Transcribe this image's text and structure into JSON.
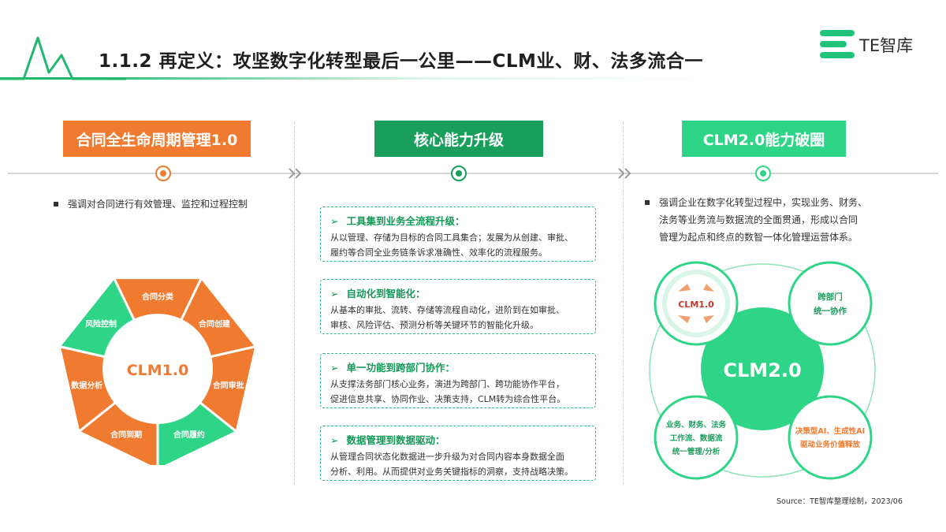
{
  "header": {
    "title": "1.1.2 再定义：攻坚数字化转型最后一公里——CLM业、财、法多流合一",
    "brand": "TE智库"
  },
  "colors": {
    "orange": "#f07a30",
    "dark_green": "#1a9e5c",
    "light_green": "#2fd586",
    "accent_green": "#22b86e"
  },
  "left": {
    "header": "合同全生命周期管理1.0",
    "bullet": "强调对合同进行有效管理、监控和过程控制",
    "wheel": {
      "center": "CLM1.0",
      "segments": [
        "合同分类",
        "合同创建",
        "合同审批",
        "合同履约",
        "合同到期",
        "数据分析",
        "风险控制"
      ]
    }
  },
  "middle": {
    "header": "核心能力升级",
    "boxes": [
      {
        "title": "工具集到业务全流程升级：",
        "lines": [
          "从以管理、存储为目标的合同工具集合；发展为从创建、审批、",
          "履约等合同全业务链条诉求准确性、效率化的流程服务。"
        ]
      },
      {
        "title": "自动化到智能化：",
        "lines": [
          "从基本的审批、流转、存储等流程自动化，进阶到在如审批、",
          "审核、风险评估、预测分析等关键环节的智能化升级。"
        ]
      },
      {
        "title": "单一功能到跨部门协作：",
        "lines": [
          "从支撑法务部门核心业务，演进为跨部门、跨功能协作平台，",
          "促进信息共享、协同作业、决策支持，CLM转为综合性平台。"
        ]
      },
      {
        "title": "数据管理到数据驱动：",
        "lines": [
          "从管理合同状态化数据进一步升级为对合同内容本身数据全面",
          "分析、利用。从而提供对业务关键指标的洞察，支持战略决策。"
        ]
      }
    ]
  },
  "right": {
    "header": "CLM2.0能力破圈",
    "bullet_lines": [
      "强调企业在数字化转型过程中，实现业务、财务、",
      "法务等业务流与数据流的全面贯通，形成以合同",
      "管理为起点和终点的数智一体化管理运营体系。"
    ],
    "center": "CLM2.0",
    "satellites": {
      "top_left": "CLM1.0",
      "top_right": [
        "跨部门",
        "统一协作"
      ],
      "bottom_left": [
        "业务、财务、法务",
        "工作流、数据流",
        "统一管理/分析"
      ],
      "bottom_right": [
        "决策型AI、生成性AI",
        "驱动业务价值释放"
      ]
    }
  },
  "source": "Source：TE智库整理绘制，2023/06"
}
